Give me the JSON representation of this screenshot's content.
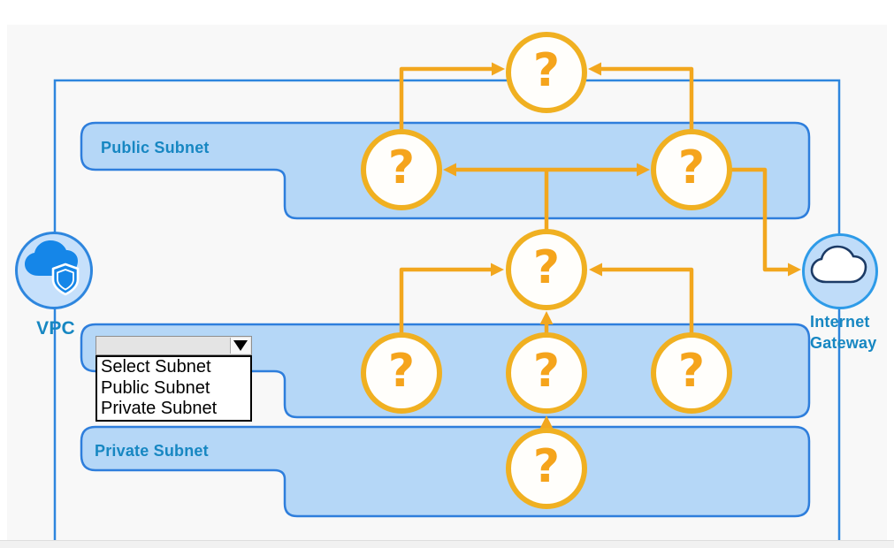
{
  "diagram": {
    "vpc_label": "VPC",
    "internet_gateway_label": "Internet Gateway",
    "public_subnet_label": "Public Subnet",
    "private_subnet_label": "Private Subnet",
    "placeholder_glyph": "?",
    "placeholder_count": 8
  },
  "dropdown": {
    "value": "",
    "options": [
      "Select Subnet",
      "Public Subnet",
      "Private Subnet"
    ]
  },
  "colors": {
    "subnet_fill": "#B5D7F7",
    "subnet_border": "#2E7EDC",
    "vpc_border_line": "#2E86DE",
    "connector_orange": "#F2A71E",
    "placeholder_ring": "#F0B021",
    "placeholder_glyph_color": "#F5A41C",
    "label_blue": "#1787C2",
    "vpc_icon_fill": "#1586E8",
    "dropdown_field_bg": "#E4E4E4"
  }
}
